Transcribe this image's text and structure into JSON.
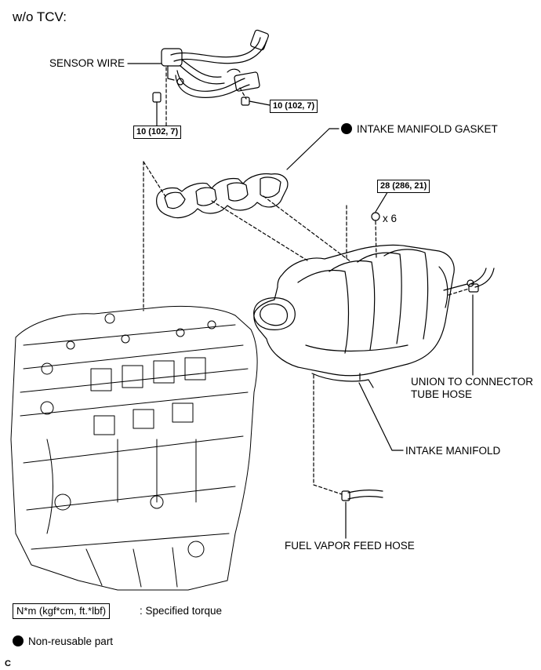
{
  "title": "w/o TCV:",
  "labels": {
    "sensor_wire": "SENSOR WIRE",
    "intake_manifold_gasket": "INTAKE MANIFOLD GASKET",
    "union_line1": "UNION TO CONNECTOR",
    "union_line2": "TUBE HOSE",
    "intake_manifold": "INTAKE MANIFOLD",
    "fuel_vapor_feed_hose": "FUEL VAPOR FEED HOSE"
  },
  "torque_specs": {
    "sensor_wire_bolt_left": "10 (102, 7)",
    "sensor_wire_bolt_right": "10 (102, 7)",
    "manifold_bolts": "28 (286, 21)"
  },
  "quantity": "x 6",
  "legend": {
    "torque_box": "N*m (kgf*cm, ft.*lbf)",
    "torque_desc": ": Specified torque",
    "nonreusable_desc": "Non-reusable part"
  },
  "figure_code": "C"
}
